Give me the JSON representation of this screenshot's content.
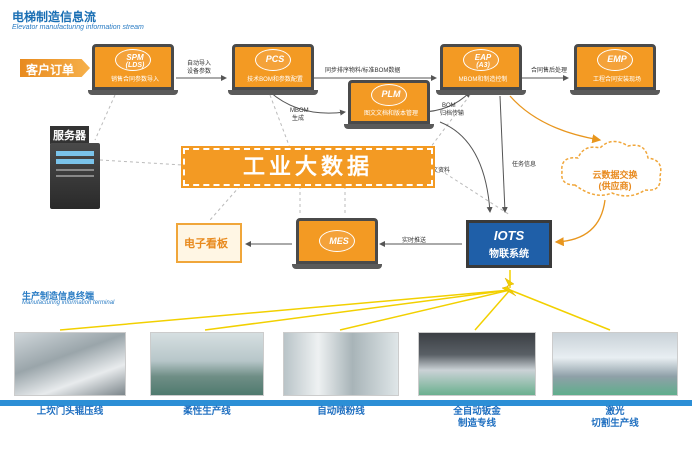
{
  "header": {
    "title_cn": "电梯制造信息流",
    "title_en": "Elevator manufacturing information stream"
  },
  "customer_order": "客户订单",
  "server_label": "服务器",
  "systems": {
    "spm": {
      "code1": "SPM",
      "code2": "(LDS)",
      "desc": "销售合同参数导入"
    },
    "pcs": {
      "code1": "PCS",
      "desc": "技术BOM和参数配置"
    },
    "eap": {
      "code1": "EAP",
      "code2": "(A3)",
      "desc": "MBOM和制造控制"
    },
    "emp": {
      "code1": "EMP",
      "desc": "工程合同安装现场"
    },
    "plm": {
      "code1": "PLM",
      "desc": "图文文档和版本管理"
    },
    "mes": {
      "code1": "MES"
    },
    "iots": {
      "code1": "IOTS",
      "desc": "物联系统"
    }
  },
  "edge_labels": {
    "spm_pcs": [
      "自动导入",
      "设备参数"
    ],
    "pcs_eap": "同步排序物料/标准BOM数据",
    "eap_emp": "合同售后处理",
    "mbom": [
      "MBOM",
      "生成"
    ],
    "bom": [
      "BOM",
      "归档传输"
    ],
    "tuwen": "图文资料",
    "renwu": "任务信息",
    "shishi": "实时推送"
  },
  "bigdata": "工业大数据",
  "cloud": [
    "云数据交换",
    "(供应商)"
  ],
  "eboard": "电子看板",
  "section2": {
    "title_cn": "生产制造信息终端",
    "title_en": "Manufacturing information terminal"
  },
  "lines": [
    {
      "name": "上坎门头辊压线"
    },
    {
      "name": "柔性生产线"
    },
    {
      "name": "自动喷粉线"
    },
    {
      "name": "全自动钣金",
      "name2": "制造专线"
    },
    {
      "name": "激光",
      "name2": "切割生产线"
    }
  ],
  "colors": {
    "accent": "#f39a23",
    "blue": "#1f5fa8",
    "title_blue": "#1a6fb4"
  }
}
